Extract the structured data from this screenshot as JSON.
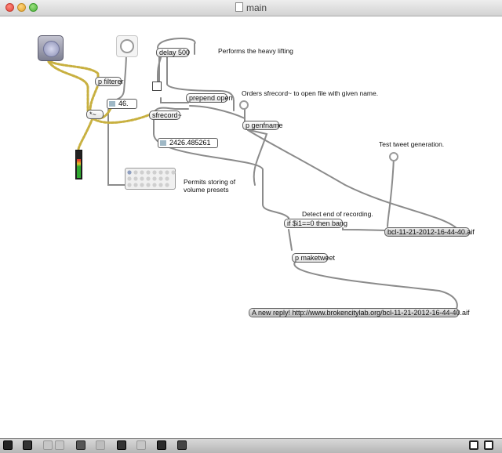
{
  "window": {
    "title": "main"
  },
  "colors": {
    "canvas": "#ffffff",
    "cable": "#8b8b8b",
    "signal_cable": "#c8b040",
    "accent": "#9fb8c6"
  },
  "objects": {
    "delay": "delay 500",
    "filterer": "p filterer",
    "prepend": "prepend open",
    "sfrecord": "sfrecord~",
    "mult": "*~",
    "genfname": "p genfname",
    "ifcheck": "if $i1==0 then bang",
    "maketweet": "p maketweet"
  },
  "numbers": {
    "gain": "46.",
    "time": "2426.485261"
  },
  "messages": {
    "filename": "bcl-11-21-2012-16-44-40.aif",
    "reply": "A new reply! http://www.brokencitylab.org/bcl-11-21-2012-16-44-40.aif"
  },
  "comments": {
    "heavy": "Performs the heavy lifting",
    "orders": "Orders sfrecord~ to open file with given name.",
    "test": "Test tweet generation.",
    "presets": "Permits storing of volume presets",
    "detect": "Detect end of recording."
  },
  "icons": {
    "adc": "microphone-icon",
    "ezdac": "speaker-icon",
    "meter": "level-meter",
    "preset": "preset-grid",
    "lock": "lock-icon"
  },
  "meter_level": 0.7
}
